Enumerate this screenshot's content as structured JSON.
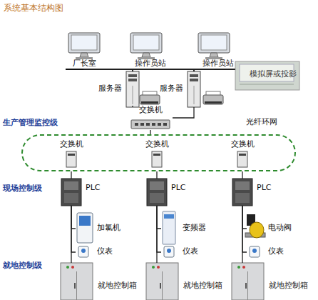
{
  "diagram": {
    "title": "系统基本结构图",
    "nodes": [
      {
        "text": [
          "厂长室"
        ]
      },
      {
        "text": [
          "操作员站"
        ]
      },
      {
        "text": [
          "操作员站"
        ]
      },
      {
        "text": [
          "服务器"
        ]
      },
      {
        "text": [
          "服务器"
        ]
      },
      {
        "text": [
          "模拟屏或投影"
        ]
      },
      {
        "text": [
          "交换机"
        ]
      },
      {
        "text": [
          "光纤环网"
        ]
      },
      {
        "text": [
          "交换机"
        ],
        "in": 7
      },
      {
        "text": [
          "交换机"
        ],
        "in": 7
      },
      {
        "text": [
          "交换机"
        ],
        "in": 7
      },
      {
        "text": [
          "PLC"
        ]
      },
      {
        "text": [
          "PLC"
        ]
      },
      {
        "text": [
          "PLC"
        ]
      },
      {
        "text": [
          "加氯机"
        ]
      },
      {
        "text": [
          "变频器"
        ]
      },
      {
        "text": [
          "电动阀"
        ]
      },
      {
        "text": [
          "仪表"
        ]
      },
      {
        "text": [
          "仪表"
        ]
      },
      {
        "text": [
          "仪表"
        ]
      },
      {
        "text": [
          "就地控制箱"
        ]
      },
      {
        "text": [
          "就地控制箱"
        ]
      },
      {
        "text": [
          "就地控制箱"
        ]
      }
    ],
    "edges": [
      {
        "from": 0,
        "to": 3,
        "arrow": "none"
      },
      {
        "from": 0,
        "to": 4,
        "arrow": "none"
      },
      {
        "from": 1,
        "to": 3,
        "arrow": "none"
      },
      {
        "from": 1,
        "to": 4,
        "arrow": "none"
      },
      {
        "from": 2,
        "to": 3,
        "arrow": "none"
      },
      {
        "from": 2,
        "to": 4,
        "arrow": "none"
      },
      {
        "from": 4,
        "to": 5,
        "arrow": "none"
      },
      {
        "from": 3,
        "to": 6,
        "arrow": "none"
      },
      {
        "from": 4,
        "to": 6,
        "arrow": "none"
      },
      {
        "from": 6,
        "to": 7,
        "arrow": "none"
      },
      {
        "from": 8,
        "to": 11,
        "arrow": "none"
      },
      {
        "from": 9,
        "to": 12,
        "arrow": "none"
      },
      {
        "from": 10,
        "to": 13,
        "arrow": "none"
      },
      {
        "from": 11,
        "to": 14,
        "arrow": "none"
      },
      {
        "from": 11,
        "to": 17,
        "arrow": "none"
      },
      {
        "from": 11,
        "to": 20,
        "arrow": "none"
      },
      {
        "from": 12,
        "to": 15,
        "arrow": "none"
      },
      {
        "from": 12,
        "to": 18,
        "arrow": "none"
      },
      {
        "from": 12,
        "to": 21,
        "arrow": "none"
      },
      {
        "from": 13,
        "to": 16,
        "arrow": "none"
      },
      {
        "from": 13,
        "to": 19,
        "arrow": "none"
      },
      {
        "from": 13,
        "to": 22,
        "arrow": "none"
      }
    ],
    "labels": [
      "生产管理监控级",
      "现场控制级",
      "就地控制级"
    ]
  }
}
